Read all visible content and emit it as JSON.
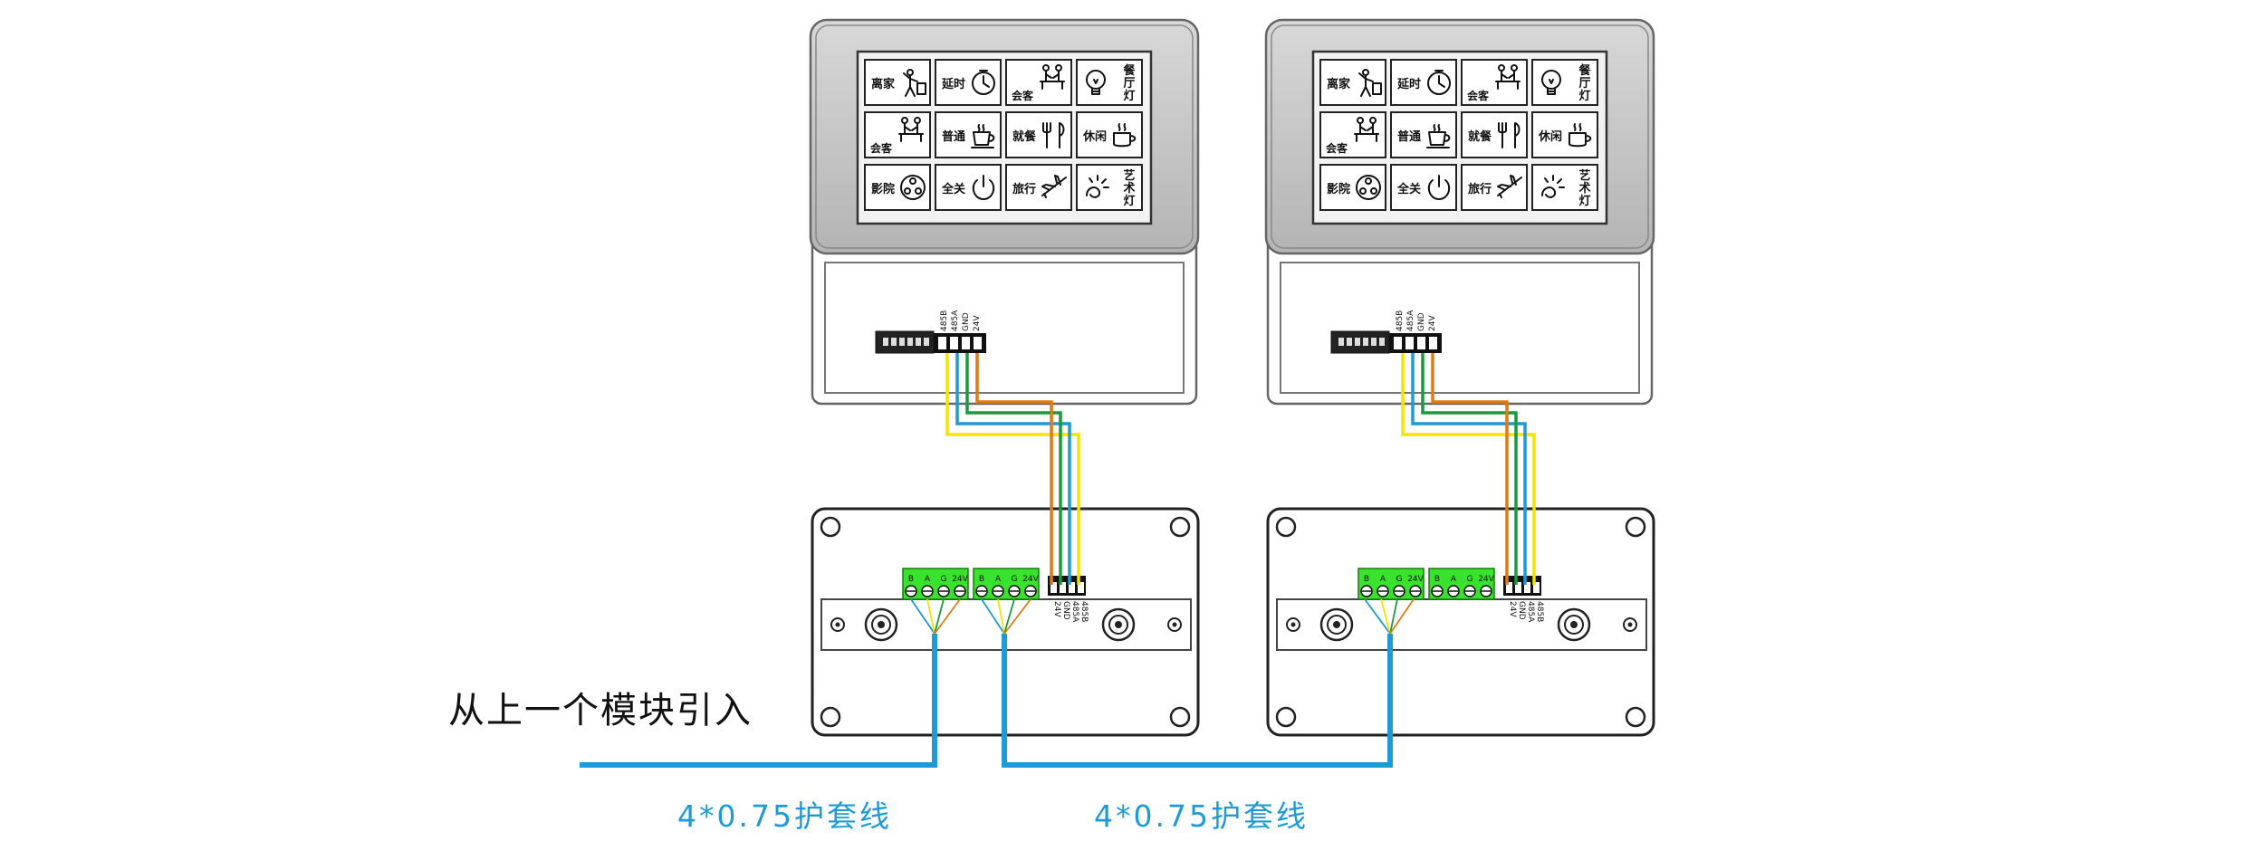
{
  "intro_label": "从上一个模块引入",
  "cable_labels": [
    "4*0.75护套线",
    "4*0.75护套线"
  ],
  "panel_keys": [
    {
      "text": "离家",
      "icon": "person-leaving-icon"
    },
    {
      "text": "延时",
      "icon": "timer-icon"
    },
    {
      "text": "会客",
      "icon": "meeting-icon"
    },
    {
      "text": "餐厅灯",
      "icon": "bulb-icon"
    },
    {
      "text": "会客",
      "icon": "meeting-icon"
    },
    {
      "text": "普通",
      "icon": "cup-icon"
    },
    {
      "text": "就餐",
      "icon": "cutlery-icon"
    },
    {
      "text": "休闲",
      "icon": "coffee-icon"
    },
    {
      "text": "影院",
      "icon": "film-reel-icon"
    },
    {
      "text": "全关",
      "icon": "power-icon"
    },
    {
      "text": "旅行",
      "icon": "airplane-icon"
    },
    {
      "text": "艺术灯",
      "icon": "lamp-icon"
    }
  ],
  "panel_connector_pins": [
    "485B",
    "485A",
    "GND",
    "24V"
  ],
  "module_terminal_pins": [
    "B",
    "A",
    "G",
    "24V"
  ],
  "module_connector_pins": [
    "24V",
    "GND",
    "485A",
    "485B"
  ],
  "colors": {
    "wire_yellow": "#f5e400",
    "wire_blue": "#1e9ad6",
    "wire_green": "#1a9a3c",
    "wire_orange": "#e07a10",
    "terminal_green": "#39e22d",
    "cable": "#1e9ad6"
  }
}
